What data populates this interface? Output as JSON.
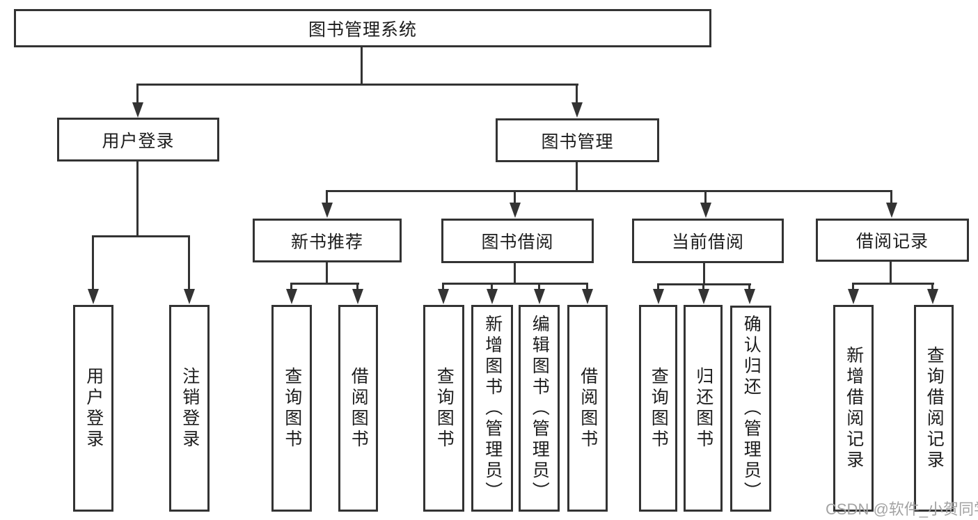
{
  "diagram": {
    "type": "hierarchy-tree",
    "title": "图书管理系统",
    "watermark": "CSDN @软件_小贺同学",
    "colors": {
      "line": "#333333",
      "box_border": "#333333",
      "box_fill": "#ffffff",
      "text": "#1c1c1c",
      "watermark": "#a3a3a3",
      "background": "#ffffff"
    }
  },
  "nodes": {
    "root": "图书管理系统",
    "user_login": "用户登录",
    "book_mgmt": "图书管理",
    "new_book_rec": "新书推荐",
    "book_borrow": "图书借阅",
    "current_borrow": "当前借阅",
    "borrow_record": "借阅记录",
    "leaf_user_login": "用户登录",
    "leaf_logout": "注销登录",
    "leaf_query_book_1": "查询图书",
    "leaf_borrow_book_1": "借阅图书",
    "leaf_query_book_2": "查询图书",
    "leaf_add_book": "新增图书（管理员）",
    "leaf_edit_book": "编辑图书（管理员）",
    "leaf_borrow_book_2": "借阅图书",
    "leaf_query_book_3": "查询图书",
    "leaf_return_book": "归还图书",
    "leaf_confirm_return": "确认归还（管理员）",
    "leaf_add_record": "新增借阅记录",
    "leaf_query_record": "查询借阅记录"
  },
  "hierarchy": {
    "label": "图书管理系统",
    "children": [
      {
        "label": "用户登录",
        "children": [
          "用户登录",
          "注销登录"
        ]
      },
      {
        "label": "图书管理",
        "children": [
          {
            "label": "新书推荐",
            "children": [
              "查询图书",
              "借阅图书"
            ]
          },
          {
            "label": "图书借阅",
            "children": [
              "查询图书",
              "新增图书（管理员）",
              "编辑图书（管理员）",
              "借阅图书"
            ]
          },
          {
            "label": "当前借阅",
            "children": [
              "查询图书",
              "归还图书",
              "确认归还（管理员）"
            ]
          },
          {
            "label": "借阅记录",
            "children": [
              "新增借阅记录",
              "查询借阅记录"
            ]
          }
        ]
      }
    ]
  }
}
